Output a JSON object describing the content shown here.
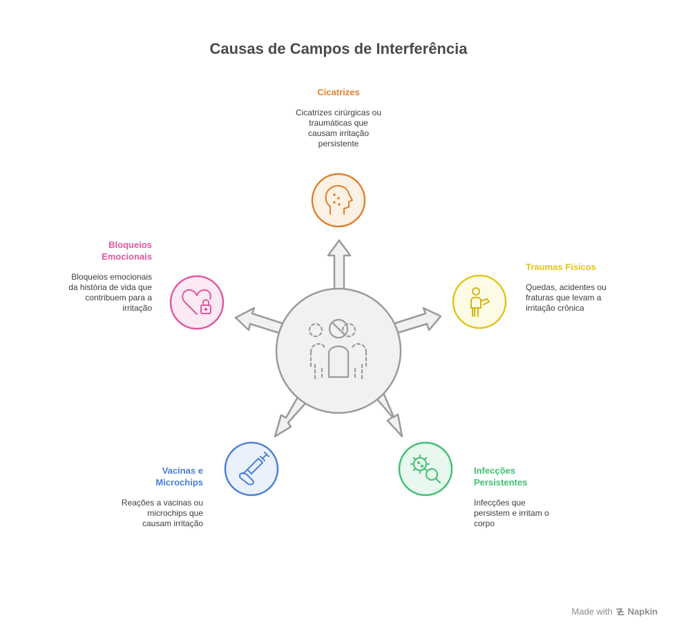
{
  "title": "Causas de Campos de Interferência",
  "center": {
    "icon": "person-group-icon"
  },
  "items": {
    "cicatrizes": {
      "heading": "Cicatrizes",
      "description": [
        "Cicatrizes cirúrgicas ou",
        "traumáticas que",
        "causam irritação",
        "persistente"
      ],
      "color": "#e07f2b",
      "icon": "face-marks-icon"
    },
    "traumas": {
      "heading": "Traumas Físicos",
      "description": [
        "Quedas, acidentes ou",
        "fraturas que levam a",
        "irritação crônica"
      ],
      "color": "#e0c419",
      "icon": "injured-person-icon"
    },
    "infeccoes": {
      "heading": [
        "Infecções",
        "Persistentes"
      ],
      "description": [
        "Infecções que",
        "persistem e irritam o",
        "corpo"
      ],
      "color": "#3fbf72",
      "icon": "virus-search-icon"
    },
    "vacinas": {
      "heading": [
        "Vacinas e",
        "Microchips"
      ],
      "description": [
        "Reações a vacinas ou",
        "microchips que",
        "causam irritação"
      ],
      "color": "#4a7fd4",
      "icon": "syringe-chip-icon"
    },
    "bloqueios": {
      "heading": [
        "Bloqueios",
        "Emocionais"
      ],
      "description": [
        "Bloqueios emocionais",
        "da história de vida que",
        "contribuem para a",
        "irritação"
      ],
      "color": "#e0569e",
      "icon": "heart-lock-icon"
    }
  },
  "footer": {
    "made_with": "Made with",
    "brand": "Napkin"
  }
}
